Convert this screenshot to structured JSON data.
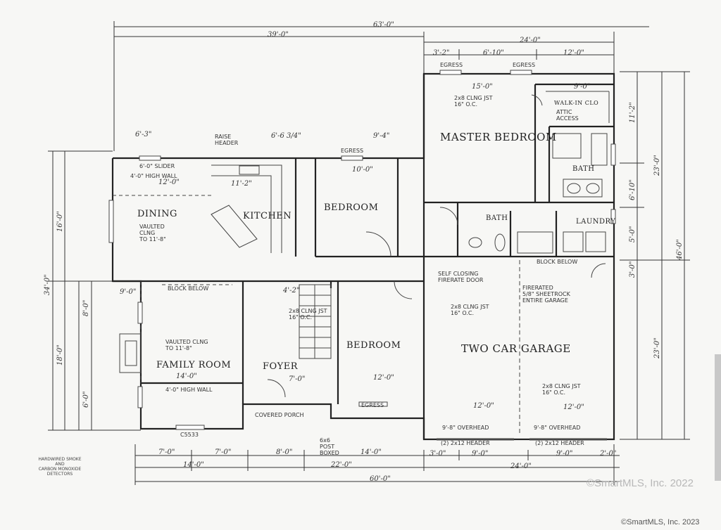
{
  "dimensions": {
    "overall_top": "63'-0\"",
    "left_top": "39'-0\"",
    "right_top": "24'-0\"",
    "top_a": "3'-2\"",
    "top_b": "6'-10\"",
    "top_c": "12'-0\"",
    "dining_top": "6'-3\"",
    "kitchen_top": "6'-6 3/4\"",
    "bed_top": "9'-4\"",
    "master_width": "15'-0\"",
    "closet_width": "9'-0\"",
    "dining_width": "12'-0\"",
    "kitchen_width": "11'-2\"",
    "bed2_width": "10'-0\"",
    "fam_width": "14'-0\"",
    "foyer_width": "7'-0\"",
    "bed3_width": "12'-0\"",
    "garage_width": "12'-0\"",
    "garage_width2": "12'-0\"",
    "hall": "4'-2\"",
    "fam_left": "9'-0\"",
    "bottom_a": "7'-0\"",
    "bottom_b": "7'-0\"",
    "bottom_c": "8'-0\"",
    "bottom_d": "14'-0\"",
    "bottom_e": "14'-0\"",
    "bottom_f": "22'-0\"",
    "bottom_overall": "60'-0\"",
    "bottom_right": "24'-0\"",
    "bottom_g": "9'-0\"",
    "bottom_h": "9'-0\"",
    "bottom_i": "3'-0\"",
    "bottom_j": "2'-0\"",
    "left_overall": "34'-0\"",
    "left_a": "16'-0\"",
    "left_b": "18'-0\"",
    "left_c": "8'-0\"",
    "left_d": "6'-0\"",
    "right_overall": "46'-0\"",
    "right_a": "23'-0\"",
    "right_b": "23'-0\"",
    "right_c": "11'-2\"",
    "right_d": "6'-10\"",
    "right_e": "5'-0\"",
    "right_f": "3'-0\""
  },
  "rooms": {
    "dining": "DINING",
    "kitchen": "KITCHEN",
    "bedroom_2": "BEDROOM",
    "master": "MASTER BEDROOM",
    "bath": "BATH",
    "bath2": "BATH",
    "laundry": "LAUNDRY",
    "family": "FAMILY ROOM",
    "foyer": "FOYER",
    "bedroom_3": "BEDROOM",
    "garage": "TWO CAR GARAGE",
    "walkin": "WALK-IN CLO"
  },
  "notes": {
    "dining_vault": "VAULTED\nCLNG\nTO 11'-8\"",
    "fam_vault": "VAULTED CLNG\nTO 11'-8\"",
    "half_wall": "4'-0\" HIGH WALL",
    "half_wall2": "4'-0\" HIGH WALL",
    "slider": "6'-0\" SLIDER",
    "raise_header": "RAISE\nHEADER",
    "block_below": "BLOCK BELOW",
    "block_below2": "BLOCK BELOW",
    "fire_door": "SELF CLOSING\nFIRERATE DOOR",
    "fire_wall": "FIRERATED\n5/8\" SHEETROCK\nENTIRE GARAGE",
    "garage_joist": "2x8 CLNG JST\n16\" O.C.",
    "garage_joist2": "2x8 CLNG JST\n16\" O.C.",
    "ohd_left": "9'-8\" OVERHEAD",
    "ohd_right": "9'-8\" OVERHEAD",
    "header_left": "(2) 2x12 HEADER",
    "header_right": "(2) 2x12 HEADER",
    "covered_porch": "COVERED PORCH",
    "post": "6x6\nPOST\nBOXED",
    "master_joist": "2x8 CLNG JST\n16\" O.C.",
    "bed_joist": "2x8 CLNG JST\n16\" O.C.",
    "attic": "ATTIC\nACCESS",
    "egress": "EGRESS",
    "egress2": "EGRESS",
    "egress3": "EGRESS",
    "egress4": "EGRESS",
    "casement": "C5533"
  },
  "legend": "HARDWIRED SMOKE\nAND\nCARBON MONOXIDE\nDETECTORS",
  "watermark": "©SmartMLS, Inc.  2022",
  "watermark_bottom": "©SmartMLS, Inc.  2023"
}
